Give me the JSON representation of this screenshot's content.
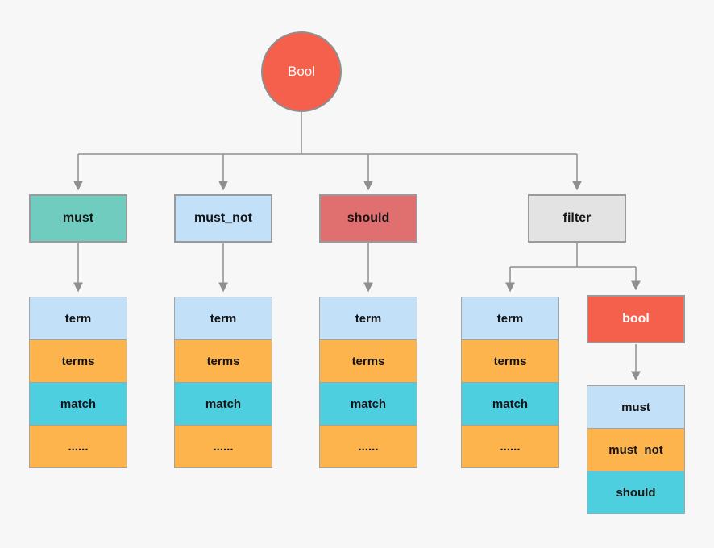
{
  "root": {
    "label": "Bool"
  },
  "branches": [
    {
      "label": "must",
      "color": "#6fccbe"
    },
    {
      "label": "must_not",
      "color": "#c2e0f7"
    },
    {
      "label": "should",
      "color": "#e07070"
    },
    {
      "label": "filter",
      "color": "#e3e3e3"
    }
  ],
  "query_stack": [
    "term",
    "terms",
    "match",
    "......"
  ],
  "bool_node": {
    "label": "bool",
    "color": "#f5604d"
  },
  "bool_stack": [
    "must",
    "must_not",
    "should"
  ],
  "colors": {
    "background": "#f7f7f8",
    "root_red": "#f5604d",
    "teal": "#6fccbe",
    "light_blue": "#c2e0f7",
    "salmon": "#e07070",
    "gray_box": "#e3e3e3",
    "orange": "#fdb44d",
    "cyan": "#4dcfe0",
    "connector": "#8f8f8f",
    "text_dark": "#151515",
    "text_light": "#ffffff"
  }
}
